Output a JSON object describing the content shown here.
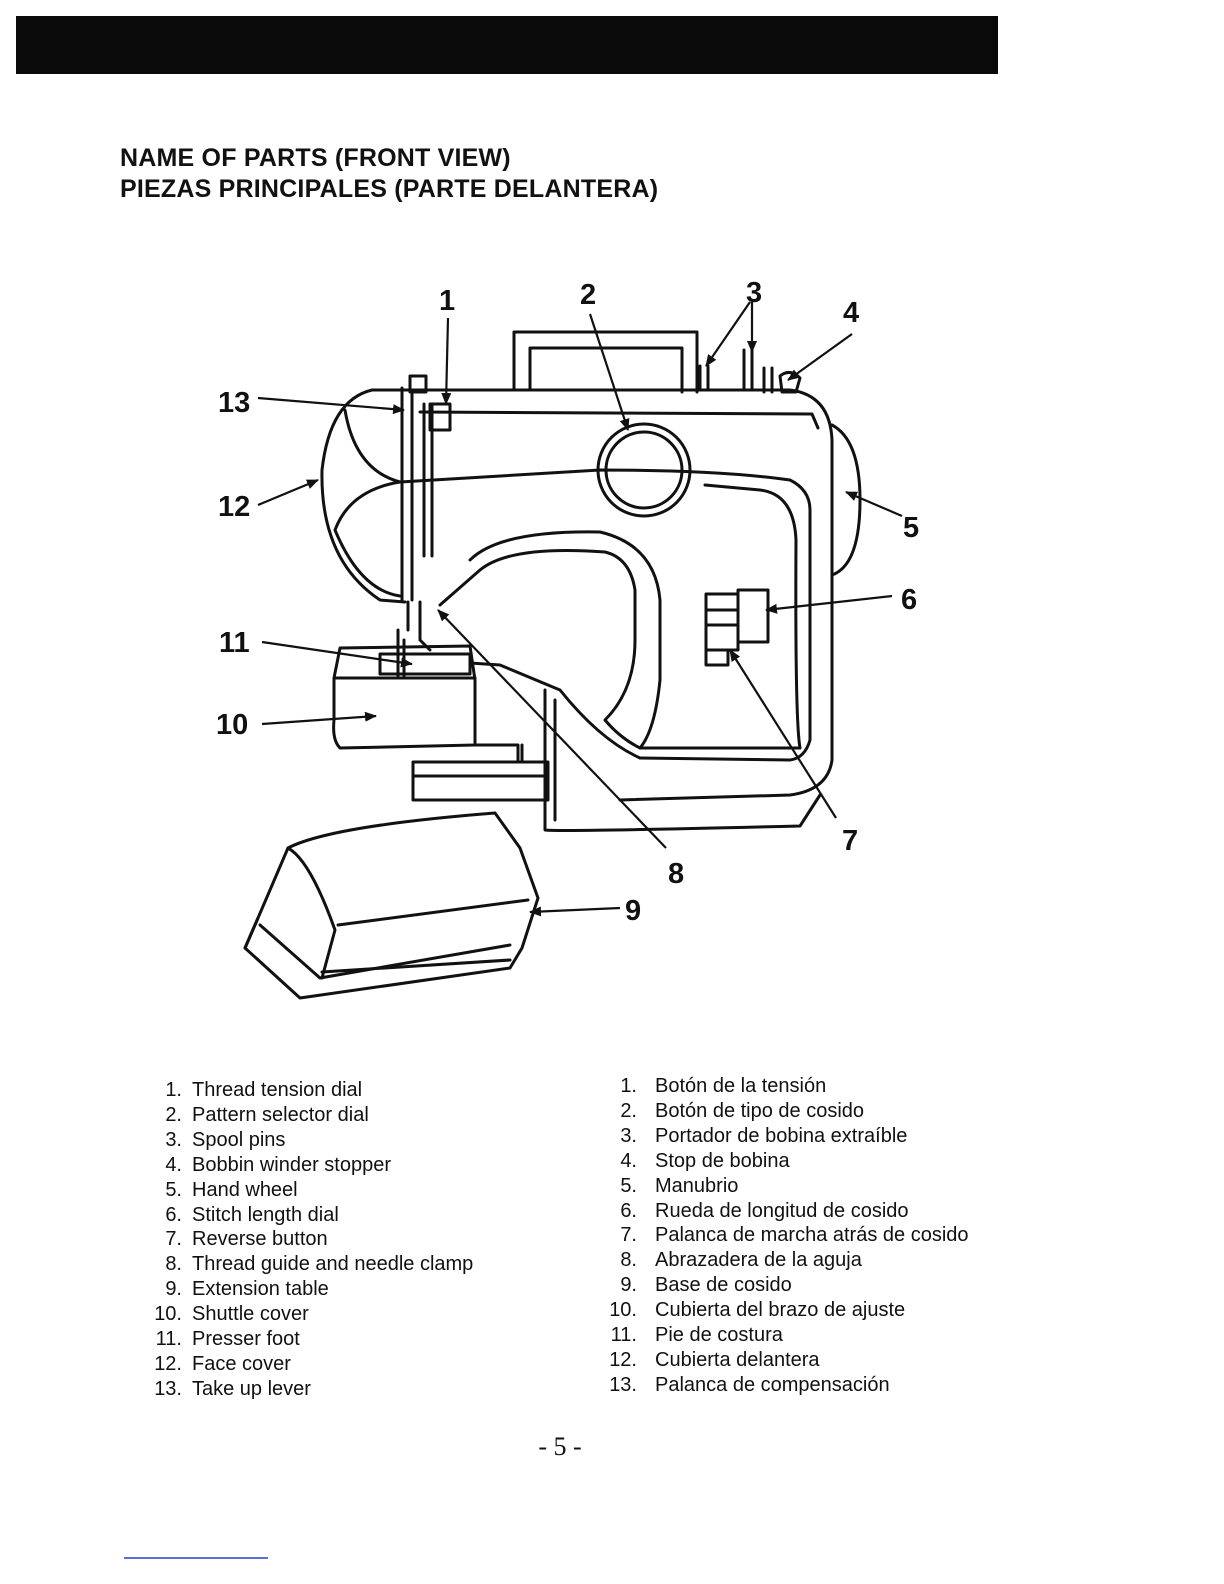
{
  "header": {
    "title_en": "NAME OF PARTS (FRONT VIEW)",
    "title_es": "PIEZAS PRINCIPALES (PARTE DELANTERA)"
  },
  "diagram": {
    "callouts": [
      "1",
      "2",
      "3",
      "4",
      "5",
      "6",
      "7",
      "8",
      "9",
      "10",
      "11",
      "12",
      "13"
    ]
  },
  "parts_en": [
    {
      "num": "1.",
      "label": "Thread tension dial"
    },
    {
      "num": "2.",
      "label": "Pattern selector dial"
    },
    {
      "num": "3.",
      "label": "Spool pins"
    },
    {
      "num": "4.",
      "label": "Bobbin winder stopper"
    },
    {
      "num": "5.",
      "label": "Hand wheel"
    },
    {
      "num": "6.",
      "label": "Stitch length dial"
    },
    {
      "num": "7.",
      "label": "Reverse button"
    },
    {
      "num": "8.",
      "label": "Thread guide and needle clamp"
    },
    {
      "num": "9.",
      "label": "Extension table"
    },
    {
      "num": "10.",
      "label": "Shuttle cover"
    },
    {
      "num": "11.",
      "label": "Presser foot"
    },
    {
      "num": "12.",
      "label": "Face cover"
    },
    {
      "num": "13.",
      "label": "Take up lever"
    }
  ],
  "parts_es": [
    {
      "num": "1.",
      "label": "Botón de la tensión"
    },
    {
      "num": "2.",
      "label": "Botón de tipo de cosido"
    },
    {
      "num": "3.",
      "label": "Portador de bobina extraíble"
    },
    {
      "num": "4.",
      "label": "Stop de bobina"
    },
    {
      "num": "5.",
      "label": "Manubrio"
    },
    {
      "num": "6.",
      "label": "Rueda de longitud de cosido"
    },
    {
      "num": "7.",
      "label": "Palanca de marcha atrás de cosido"
    },
    {
      "num": "8.",
      "label": "Abrazadera de la aguja"
    },
    {
      "num": "9.",
      "label": "Base de cosido"
    },
    {
      "num": "10.",
      "label": "Cubierta del brazo de ajuste"
    },
    {
      "num": "11.",
      "label": "Pie de costura"
    },
    {
      "num": "12.",
      "label": "Cubierta delantera"
    },
    {
      "num": "13.",
      "label": "Palanca de compensación"
    }
  ],
  "footer": {
    "page_number": "- 5 -"
  }
}
